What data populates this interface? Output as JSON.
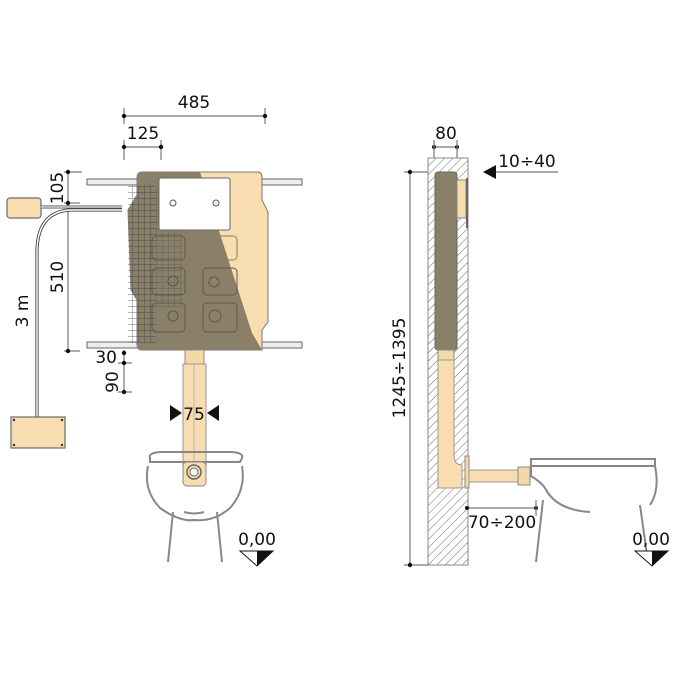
{
  "diagram": {
    "type": "installation drawing - concealed cistern",
    "views": [
      "front",
      "side"
    ],
    "colors": {
      "cistern_gray": "#8a8069",
      "beige": "#f7ddb0",
      "outline": "#6b6b6b",
      "hatch": "#555555"
    }
  },
  "front_view": {
    "dimensions": {
      "width_total": "485",
      "offset_left": "125",
      "top_offset": "105",
      "height": "510",
      "bottom_gap": "30",
      "pipe_drop": "90",
      "pipe_diameter": "75",
      "cable_length": "3 m"
    },
    "floor_level": "0,00"
  },
  "side_view": {
    "dimensions": {
      "wall_depth": "80",
      "plate_depth": "10÷40",
      "install_height": "1245÷1395",
      "bowl_distance": "70÷200"
    },
    "floor_level": "0,00"
  }
}
